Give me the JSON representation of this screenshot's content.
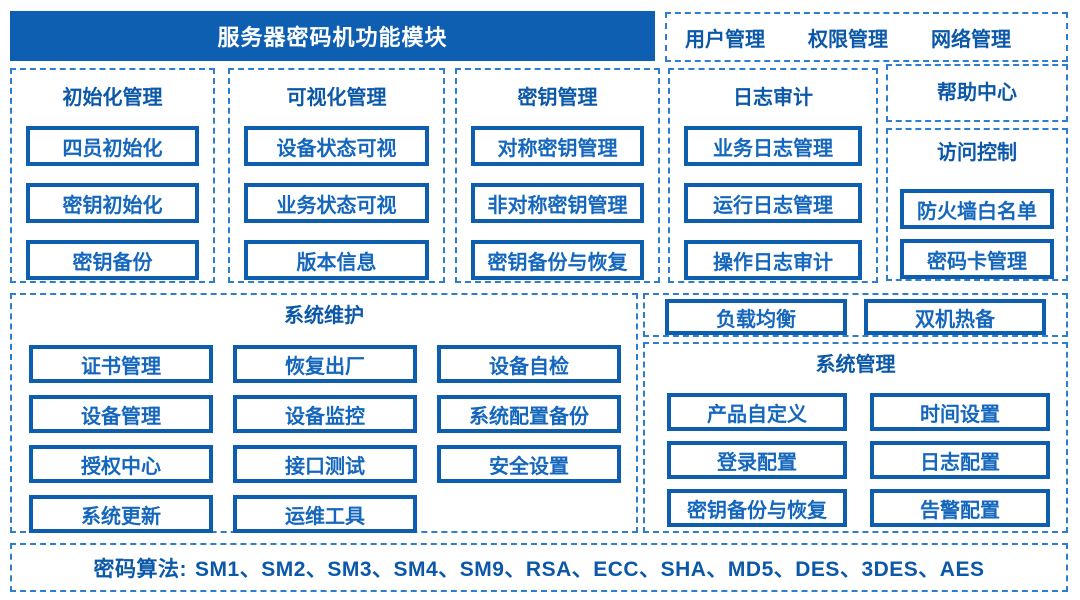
{
  "colors": {
    "header_bg": "#0e5fb2",
    "box_border": "#0d5eae",
    "dashed_border": "#2e7ed0",
    "item_text": "#1467bd",
    "title_text": "#0b58a8",
    "header_text": "#ffffff"
  },
  "header": {
    "title": "服务器密码机功能模块"
  },
  "top_right": {
    "items": [
      "用户管理",
      "权限管理",
      "网络管理"
    ]
  },
  "columns": [
    {
      "title": "初始化管理",
      "items": [
        "四员初始化",
        "密钥初始化",
        "密钥备份"
      ]
    },
    {
      "title": "可视化管理",
      "items": [
        "设备状态可视",
        "业务状态可视",
        "版本信息"
      ]
    },
    {
      "title": "密钥管理",
      "items": [
        "对称密钥管理",
        "非对称密钥管理",
        "密钥备份与恢复"
      ]
    },
    {
      "title": "日志审计",
      "items": [
        "业务日志管理",
        "运行日志管理",
        "操作日志审计"
      ]
    }
  ],
  "help_center": {
    "title": "帮助中心"
  },
  "access_control": {
    "title": "访问控制",
    "items": [
      "防火墙白名单",
      "密码卡管理"
    ]
  },
  "system_maintenance": {
    "title": "系统维护",
    "items": [
      "证书管理",
      "恢复出厂",
      "设备自检",
      "设备管理",
      "设备监控",
      "系统配置备份",
      "授权中心",
      "接口测试",
      "安全设置",
      "系统更新",
      "运维工具"
    ]
  },
  "ha": {
    "items": [
      "负载均衡",
      "双机热备"
    ]
  },
  "system_management": {
    "title": "系统管理",
    "items": [
      "产品自定义",
      "时间设置",
      "登录配置",
      "日志配置",
      "密钥备份与恢复",
      "告警配置"
    ]
  },
  "algorithms": {
    "label": "密码算法:",
    "list": "SM1、SM2、SM3、SM4、SM9、RSA、ECC、SHA、MD5、DES、3DES、AES"
  }
}
